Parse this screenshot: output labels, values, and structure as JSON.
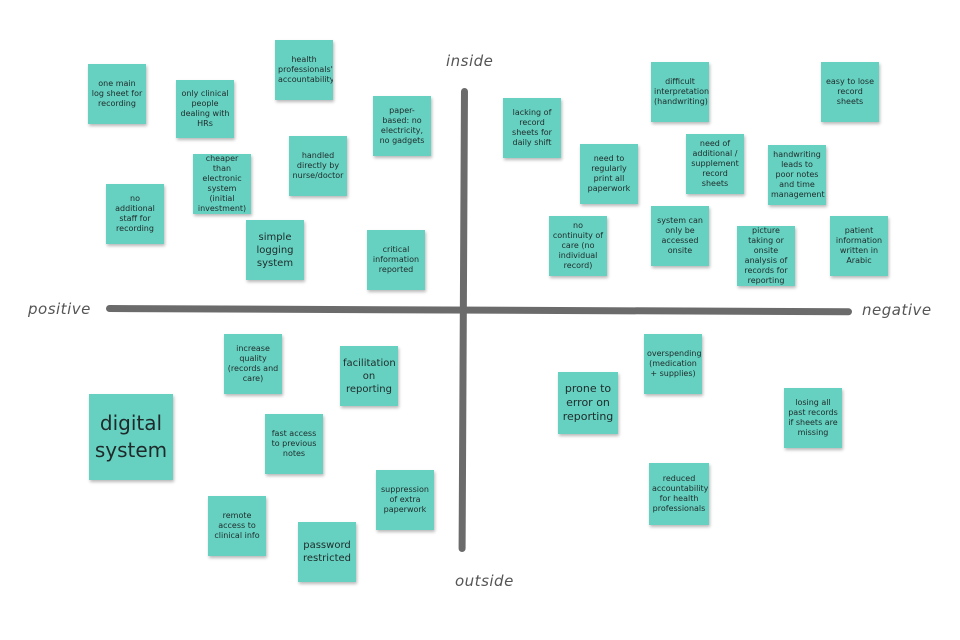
{
  "axes": {
    "top": "inside",
    "bottom": "outside",
    "left": "positive",
    "right": "negative"
  },
  "note_color": "#66d1c1",
  "axis_color": "#6b6b6b",
  "notes": {
    "one_main_log": "one main log sheet for recording",
    "only_clinical": "only clinical people dealing with HRs",
    "health_prof_accountability": "health professionals' accountability",
    "paper_based": "paper-based: no electricity, no gadgets",
    "cheaper": "cheaper than electronic system (initial investment)",
    "handled_directly": "handled directly by nurse/doctor",
    "no_additional_staff": "no additional staff for recording",
    "simple_logging": "simple logging system",
    "critical_info": "critical information reported",
    "lacking_sheets": "lacking of record sheets for daily shift",
    "difficult_interpretation": "difficult interpretation (handwriting)",
    "easy_to_lose": "easy to lose record sheets",
    "need_print": "need to regularly print all paperwork",
    "need_additional": "need of additional / supplement record sheets",
    "handwriting_poor": "handwriting leads to poor notes and time management",
    "no_continuity": "no continuity of care (no individual record)",
    "onsite_only": "system can only be accessed onsite",
    "picture_taking": "picture taking or onsite analysis of records for reporting",
    "arabic": "patient information written in Arabic",
    "increase_quality": "increase quality (records and care)",
    "facilitation": "facilitation on reporting",
    "digital_system": "digital system",
    "fast_access": "fast access to previous notes",
    "suppression": "suppression of extra paperwork",
    "remote_access": "remote access to clinical info",
    "password": "password restricted",
    "overspending": "overspending (medication + supplies)",
    "prone_to_error": "prone to error on reporting",
    "losing_records": "losing all past records if sheets are missing",
    "reduced_accountability": "reduced accountability for health professionals"
  }
}
